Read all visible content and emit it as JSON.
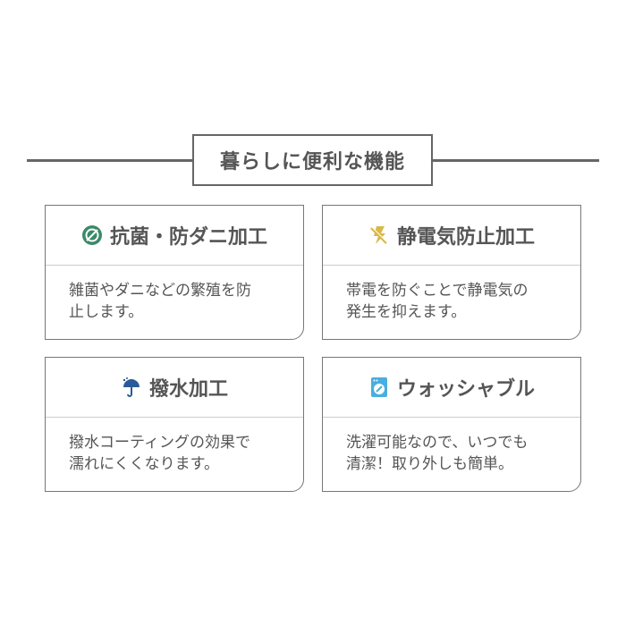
{
  "title": "暮らしに便利な機能",
  "features": [
    {
      "title": "抗菌・防ダニ加工",
      "icon": "antibacterial-icon",
      "color": "#3a8a6a",
      "lines": [
        "雑菌やダニなどの繁殖を防",
        "止します。"
      ]
    },
    {
      "title": "静電気防止加工",
      "icon": "no-static-icon",
      "color": "#d9b84a",
      "lines": [
        "帯電を防ぐことで静電気の",
        "発生を抑えます。"
      ]
    },
    {
      "title": "撥水加工",
      "icon": "umbrella-rain-icon",
      "color": "#2a5a9a",
      "lines": [
        "撥水コーティングの効果で",
        "濡れにくくなります。"
      ]
    },
    {
      "title": "ウォッシャブル",
      "icon": "washing-machine-icon",
      "color": "#4aaee0",
      "lines": [
        "洗濯可能なので、いつでも",
        "清潔！取り外しも簡単。"
      ]
    }
  ]
}
